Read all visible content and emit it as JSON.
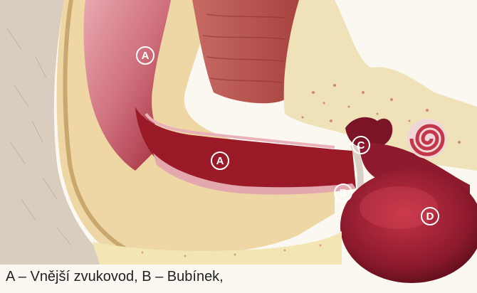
{
  "labels": {
    "a_outer": "A",
    "a_canal": "A",
    "b": "B",
    "c": "C",
    "d": "D"
  },
  "caption": "A – Vnější zvukovod, B – Bubínek,",
  "colors": {
    "skin": "#e9ccb8",
    "fat": "#efe0a0",
    "bone": "#efdfb3",
    "canal_lumen": "#9a1a28",
    "canal_wall": "#d98a95",
    "middle_ear": "#7a1426",
    "cochlea": "#c2384a",
    "hair": "#d2c6b6"
  }
}
